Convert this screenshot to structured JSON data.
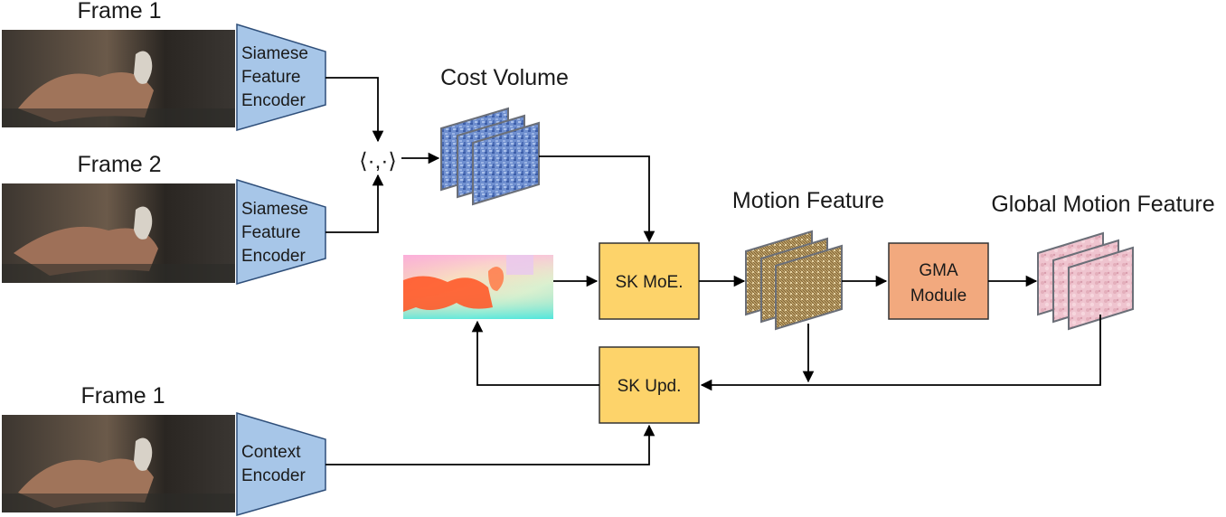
{
  "frames": {
    "frame1_top": "Frame 1",
    "frame2": "Frame 2",
    "frame1_bottom": "Frame 1"
  },
  "encoders": {
    "siamese_line1": "Siamese",
    "siamese_line2": "Feature",
    "siamese_line3": "Encoder",
    "context_line1": "Context",
    "context_line2": "Encoder"
  },
  "operator": "⟨·,·⟩",
  "features": {
    "cost_volume": "Cost Volume",
    "motion_feature": "Motion Feature",
    "global_motion_feature": "Global Motion Feature"
  },
  "modules": {
    "sk_moe": "SK MoE.",
    "sk_upd": "SK Upd.",
    "gma_line1": "GMA",
    "gma_line2": "Module"
  },
  "colors": {
    "encoder_fill": "#a7c6e8",
    "sk_fill": "#fdd36a",
    "gma_fill": "#f2a97e",
    "cost_volume": "#5a7fc2",
    "motion_feature": "#b89a60",
    "global_motion_feature": "#e9b8c4"
  }
}
